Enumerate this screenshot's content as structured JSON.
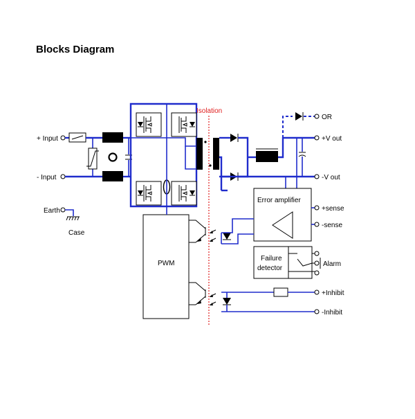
{
  "title": "Blocks Diagram",
  "labels": {
    "isolation": "Isolation",
    "plus_input": "+ Input",
    "minus_input": "- Input",
    "earth": "Earth",
    "case": "Case",
    "or": "OR",
    "plus_v_out": "+V out",
    "minus_v_out": "-V out",
    "error_amplifier": "Error amplifier",
    "plus_sense": "+sense",
    "minus_sense": "-sense",
    "failure_detector_line1": "Failure",
    "failure_detector_line2": "detector",
    "alarm": "Alarm",
    "pwm": "PWM",
    "plus_inhibit": "+Inhibit",
    "minus_inhibit": "-Inhibit"
  },
  "colors": {
    "wire": "#1f2ccc",
    "isolation": "#e02020",
    "component": "#000000"
  }
}
